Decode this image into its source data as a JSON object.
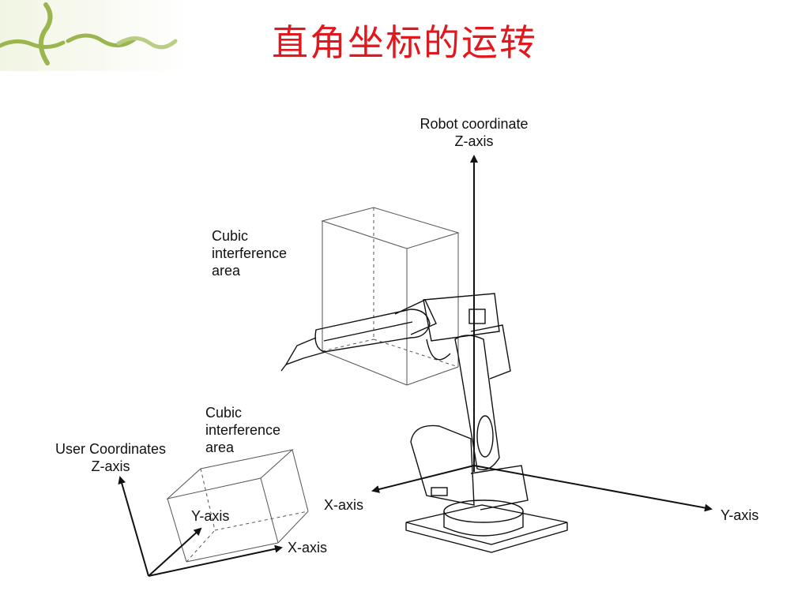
{
  "title": "直角坐标的运转",
  "colors": {
    "title": "#e0191f",
    "logo_green": "#9bb54f",
    "logo_fade": "#dfe9c1",
    "line": "#111111"
  },
  "labels": {
    "robot_axis_line1": "Robot coordinate",
    "robot_axis_line2": "Z-axis",
    "cubic_top_1": "Cubic",
    "cubic_top_2": "interference",
    "cubic_top_3": "area",
    "cubic_bottom_1": "Cubic",
    "cubic_bottom_2": "interference",
    "cubic_bottom_3": "area",
    "user_z_1": "User Coordinates",
    "user_z_2": "Z-axis",
    "user_y": "Y-axis",
    "user_x": "X-axis",
    "robot_x": "X-axis",
    "robot_y": "Y-axis"
  },
  "icons": {
    "logo": "vine-logo-icon",
    "robot": "robot-arm-icon"
  }
}
